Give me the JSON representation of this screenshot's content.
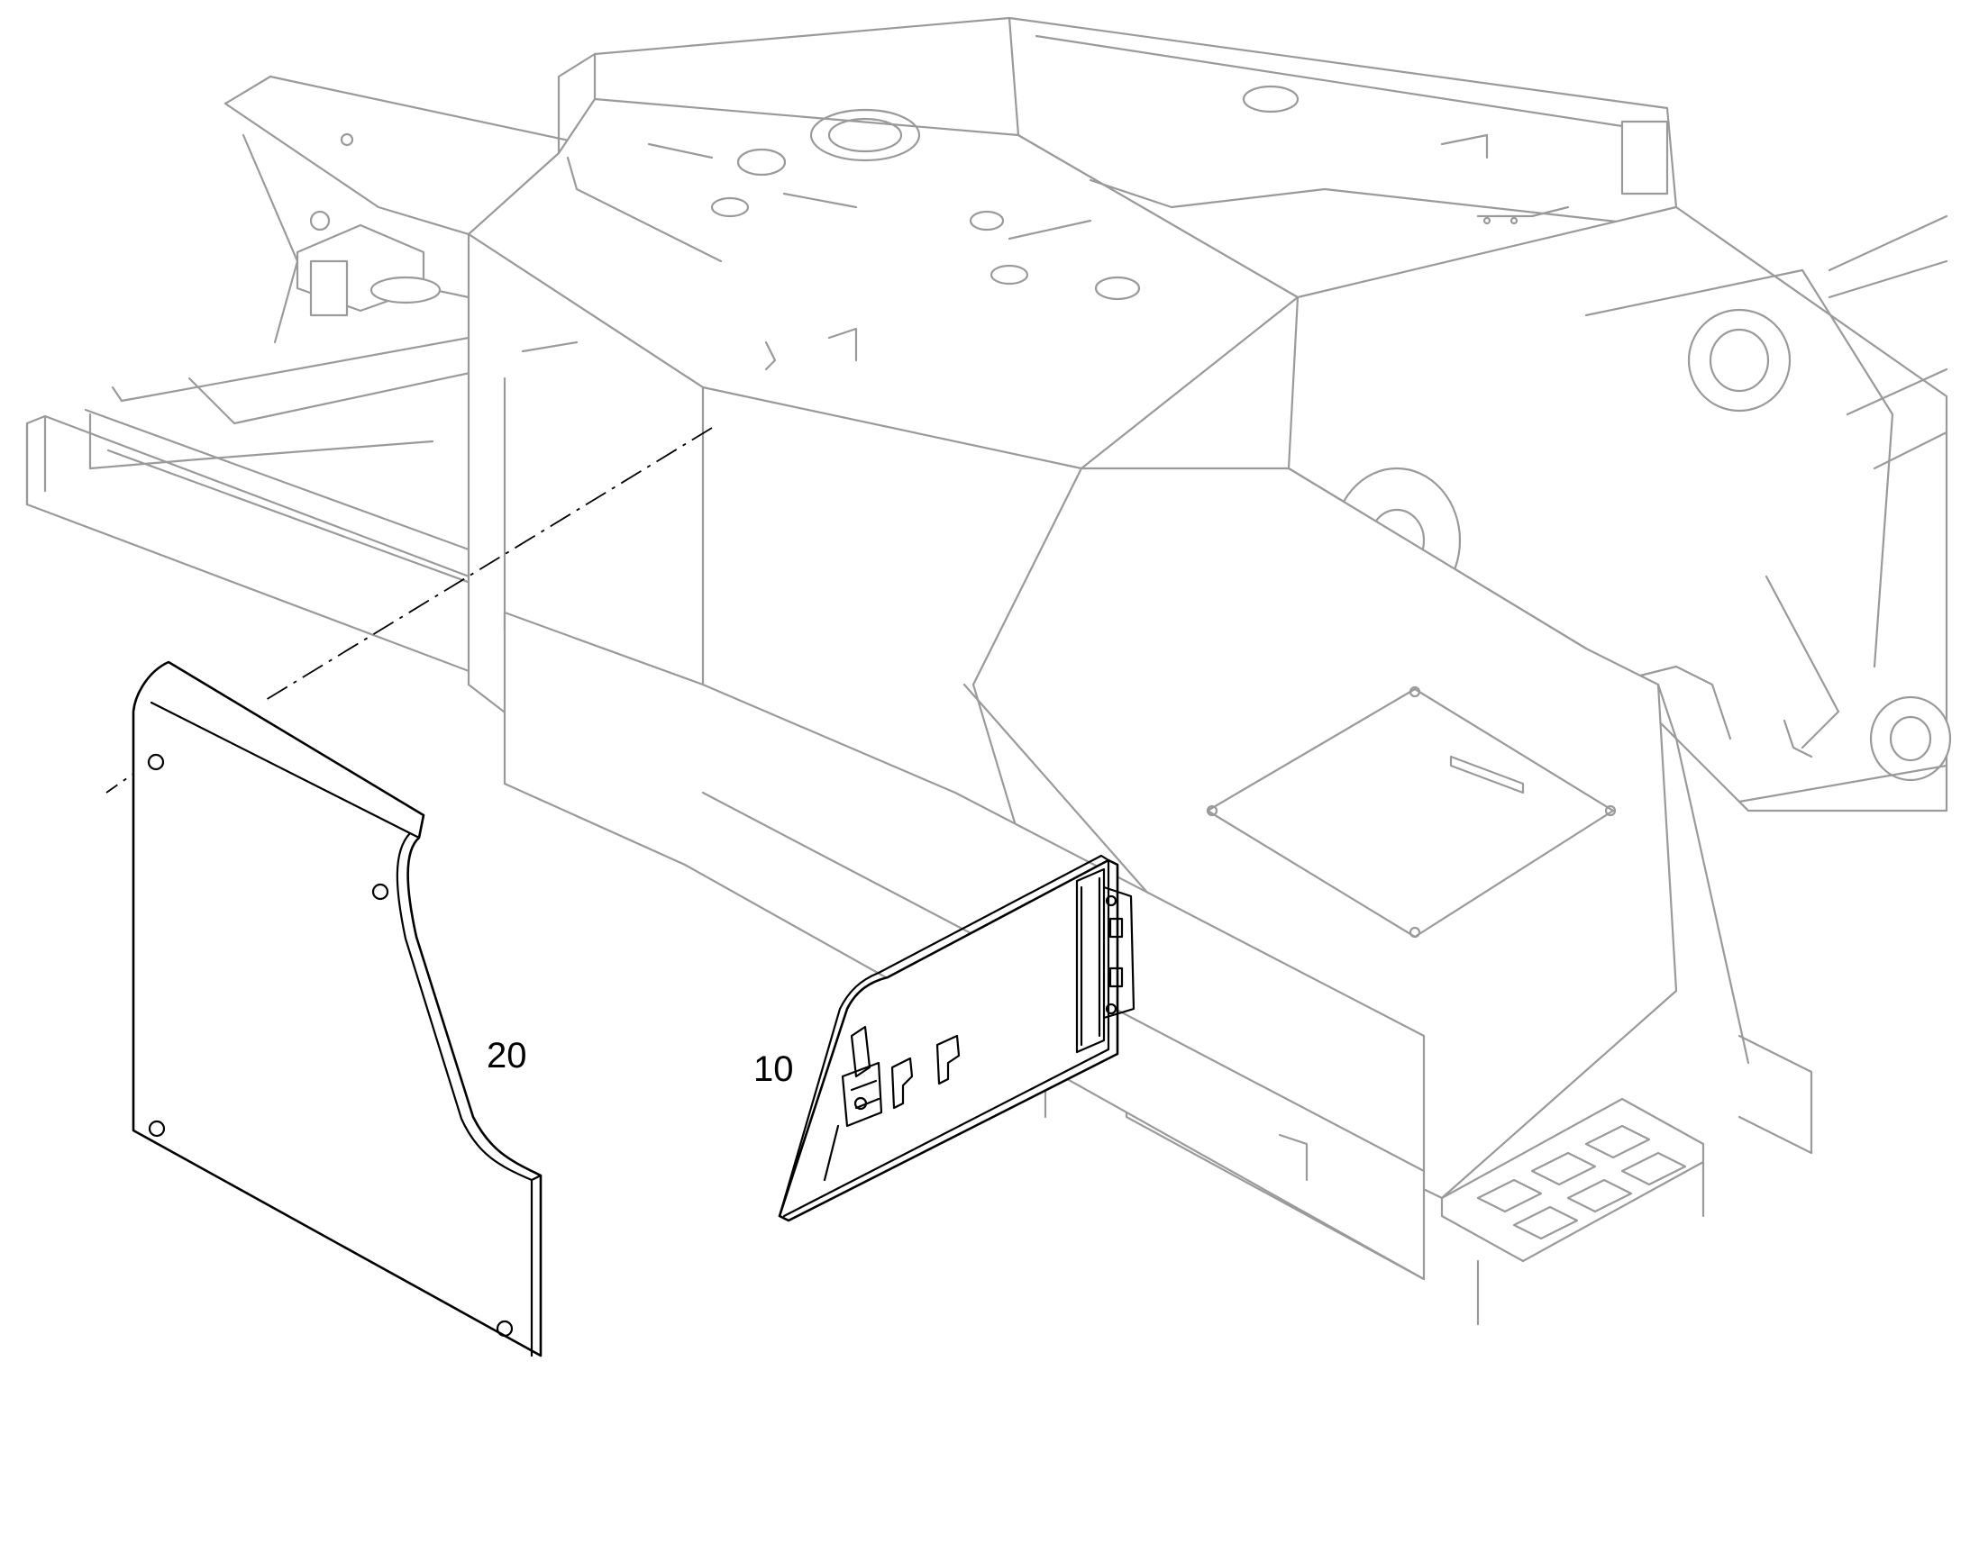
{
  "diagram": {
    "kind": "exploded parts view",
    "callouts": [
      {
        "id": "door-panel",
        "label": "10"
      },
      {
        "id": "cover-plate",
        "label": "20"
      }
    ],
    "colors": {
      "background": "#ffffff",
      "context_linework": "#9a9a9a",
      "part_linework": "#000000"
    }
  }
}
